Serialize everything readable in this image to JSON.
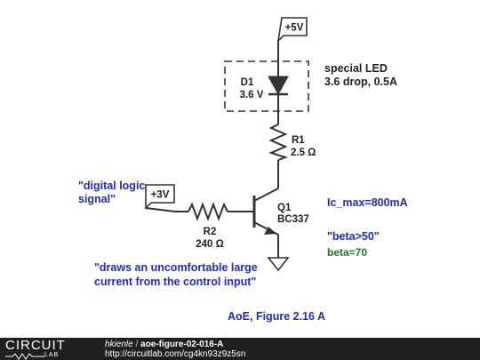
{
  "colors": {
    "wire": "#333333",
    "label_dark": "#222222",
    "note_blue": "#1f2ac8",
    "note_green": "#207a1f",
    "footer_bg": "#1f1f1f"
  },
  "supply_top": {
    "label": "+5V"
  },
  "input_source": {
    "label": "+3V"
  },
  "d1": {
    "name": "D1",
    "value": "3.6 V"
  },
  "led_box_note": {
    "line1": "special LED",
    "line2": "3.6 drop, 0.5A"
  },
  "r1": {
    "name": "R1",
    "value": "2.5 Ω"
  },
  "r2": {
    "name": "R2",
    "value": "240 Ω"
  },
  "q1": {
    "name": "Q1",
    "part": "BC337"
  },
  "notes": {
    "digital_logic_line1": "\"digital logic",
    "digital_logic_line2": "signal\"",
    "ic_max": "Ic_max=800mA",
    "beta_gt": "\"beta>50\"",
    "beta_val": "beta=70",
    "draws_line1": "\"draws an uncomfortable large",
    "draws_line2": "current from the control input\""
  },
  "caption": "AoE, Figure 2.16 A",
  "footer": {
    "logo_top": "CIRCUIT",
    "logo_bottom": "LAB",
    "user": "hkienle",
    "separator": "/",
    "circuit_id": "aoe-figure-02-016-A",
    "url": "http://circuitlab.com/cg4kn93z9z5sn"
  }
}
